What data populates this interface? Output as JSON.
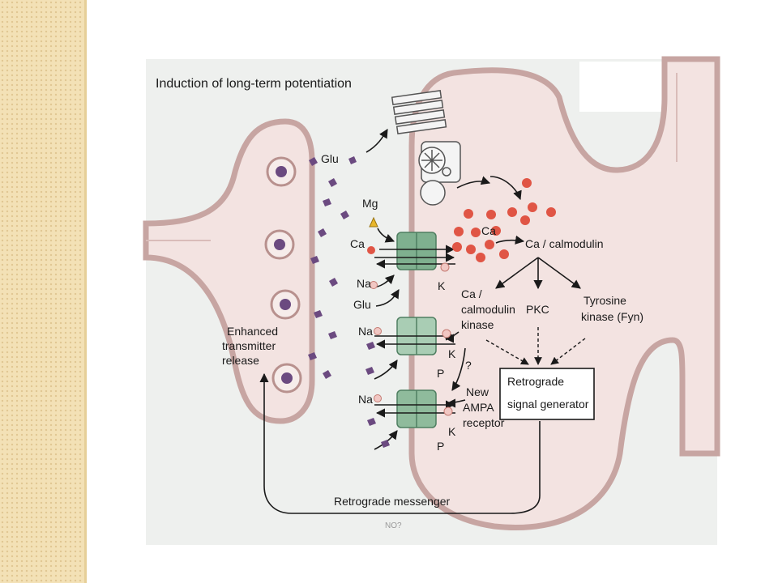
{
  "title": "Induction of long-term potentiation",
  "labels": {
    "glu_top": "Glu",
    "mg": "Mg",
    "ca_left": "Ca",
    "na_1": "Na",
    "glu_left": "Glu",
    "k_1": "K",
    "ca_cluster": "Ca",
    "ca_calmodulin": "Ca / calmodulin",
    "ca_cam_kinase_1": "Ca /",
    "ca_cam_kinase_2": "calmodulin",
    "ca_cam_kinase_3": "kinase",
    "pkc": "PKC",
    "tyrosine_1": "Tyrosine",
    "tyrosine_2": "kinase (Fyn)",
    "enhanced_1": "Enhanced",
    "enhanced_2": "transmitter",
    "enhanced_3": "release",
    "na_2": "Na",
    "k_2": "K",
    "p_1": "P",
    "question": "?",
    "retro_gen_1": "Retrograde",
    "retro_gen_2": "signal generator",
    "na_3": "Na",
    "new_ampa_1": "New",
    "new_ampa_2": "AMPA",
    "new_ampa_3": "receptor",
    "k_3": "K",
    "p_2": "P",
    "retro_messenger": "Retrograde messenger",
    "no": "NO?"
  },
  "colors": {
    "membrane": "#c7a5a2",
    "membrane_fill": "#f3e3e1",
    "cleft_bg": "#eef0ee",
    "channel": "#7fb08f",
    "calcium": "#e05545",
    "glutamate": "#6b4a80",
    "strip": "#f3e1b6"
  }
}
